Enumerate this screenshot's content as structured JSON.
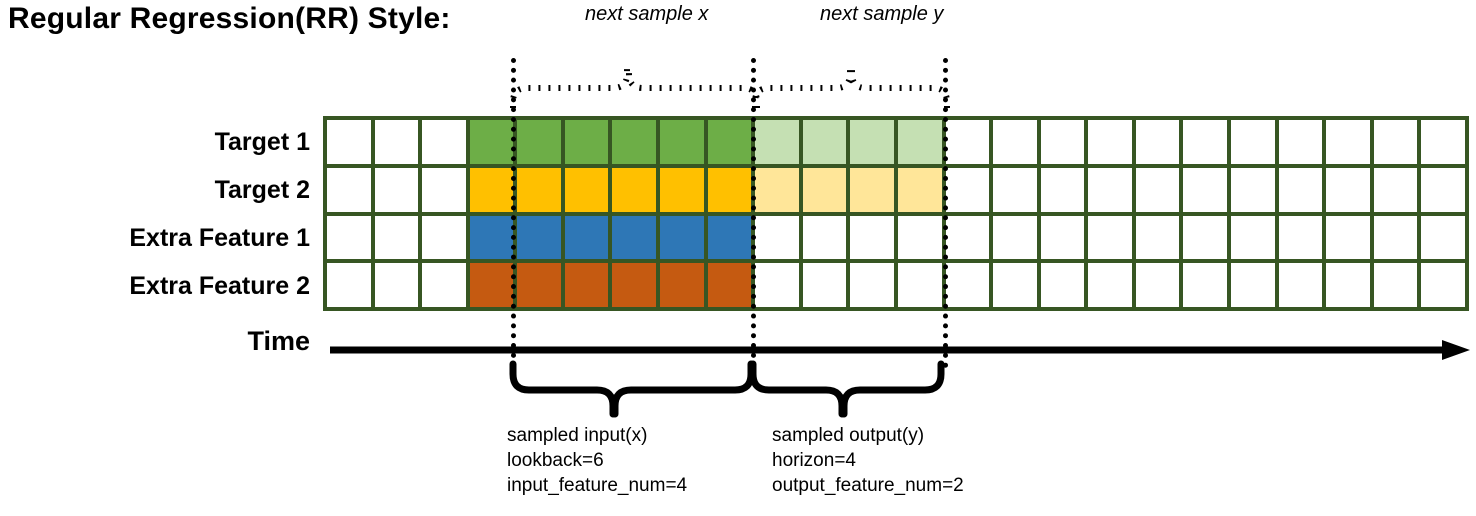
{
  "title": "Regular Regression(RR) Style:",
  "top_annotations": {
    "next_sample_x": "next sample x",
    "next_sample_y": "next sample y"
  },
  "row_labels": [
    "Target 1",
    "Target 2",
    "Extra Feature 1",
    "Extra Feature 2"
  ],
  "axis": {
    "time_label": "Time",
    "arrow_icon": "right-arrow-icon"
  },
  "grid": {
    "columns": 24,
    "rows": 4,
    "leading_blank_columns": 3,
    "input_window_columns": 6,
    "output_window_columns": 4,
    "trailing_blank_columns": 11,
    "row_fill": [
      {
        "label": "Target 1",
        "input_color": "#6DAE47",
        "output_color": "#C5E0B3",
        "has_output": true
      },
      {
        "label": "Target 2",
        "input_color": "#FFC000",
        "output_color": "#FFE699",
        "has_output": true
      },
      {
        "label": "Extra Feature 1",
        "input_color": "#2E77B6",
        "output_color": null,
        "has_output": false
      },
      {
        "label": "Extra Feature 2",
        "input_color": "#C55A11",
        "output_color": null,
        "has_output": false
      }
    ]
  },
  "captions": {
    "input": {
      "line1": "sampled input(x)",
      "line2": "lookback=6",
      "line3": "input_feature_num=4"
    },
    "output": {
      "line1": "sampled output(y)",
      "line2": "horizon=4",
      "line3": "output_feature_num=2"
    }
  },
  "colors": {
    "grid_border": "#375623",
    "green": "#6DAE47",
    "green_light": "#C5E0B3",
    "yellow": "#FFC000",
    "yellow_light": "#FFE699",
    "blue": "#2E77B6",
    "orange": "#C55A11",
    "cell_empty": "#FFFFFF",
    "ink": "#000000"
  }
}
